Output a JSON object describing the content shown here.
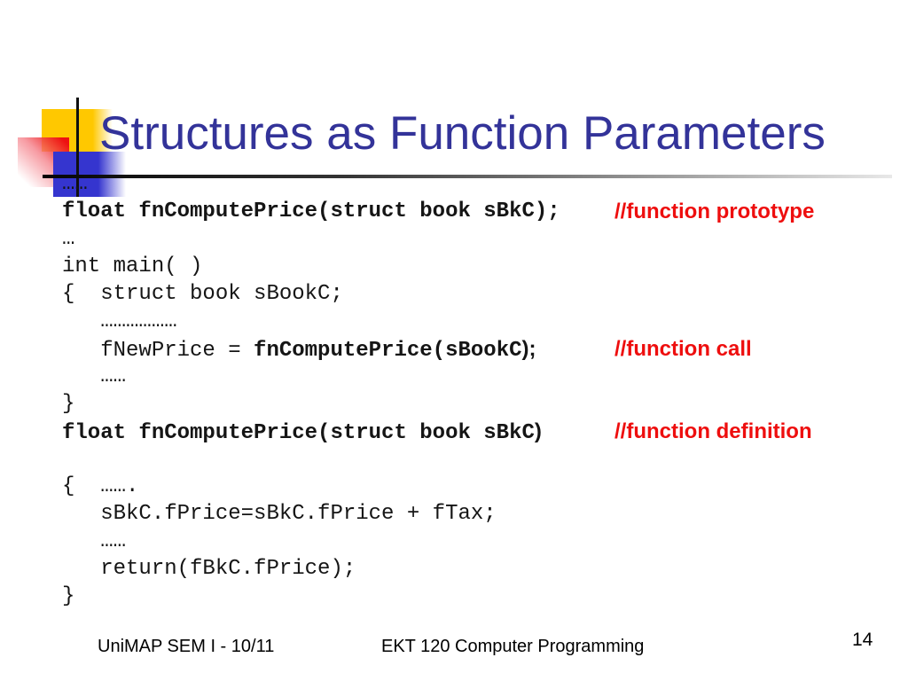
{
  "slide": {
    "title": "Structures as Function Parameters",
    "colors": {
      "title_text": "#333399",
      "comment_red": "#ee0e0e",
      "accent_yellow": "#ffc800",
      "accent_blue": "#3535cf",
      "accent_red": "#ee1111",
      "code_text": "#151515"
    },
    "code": {
      "lines": [
        [
          {
            "t": "……",
            "s": "m"
          }
        ],
        [
          {
            "t": "float fnComputePrice(struct book sBkC);",
            "s": "b"
          },
          {
            "t": "//function prototype",
            "s": "c"
          }
        ],
        [
          {
            "t": "…",
            "s": "m"
          }
        ],
        [
          {
            "t": "int main( )",
            "s": "m"
          }
        ],
        [
          {
            "t": "{  struct book sBookC;",
            "s": "m"
          }
        ],
        [
          {
            "t": "   ………………",
            "s": "m"
          }
        ],
        [
          {
            "t": "   fNewPrice = ",
            "s": "m"
          },
          {
            "t": "fnComputePrice(sBookC",
            "s": "b"
          },
          {
            "t": ");",
            "s": "sb"
          },
          {
            "t": "//function call",
            "s": "c"
          }
        ],
        [
          {
            "t": "   ……",
            "s": "m"
          }
        ],
        [
          {
            "t": "}",
            "s": "m"
          }
        ],
        [
          {
            "t": "float fnComputePrice(struct book sBkC",
            "s": "b"
          },
          {
            "t": ")",
            "s": "sb"
          },
          {
            "t": "//function definition",
            "s": "c"
          }
        ],
        [],
        [
          {
            "t": "{  …….",
            "s": "m"
          }
        ],
        [
          {
            "t": "   sBkC.fPrice=sBkC.fPrice + fTax;",
            "s": "m"
          }
        ],
        [
          {
            "t": "   ……",
            "s": "m"
          }
        ],
        [
          {
            "t": "   return(fBkC.fPrice);",
            "s": "m"
          }
        ],
        [
          {
            "t": "}",
            "s": "m"
          }
        ]
      ]
    },
    "footer": {
      "left": "UniMAP SEM I - 10/11",
      "center": "EKT 120 Computer Programming",
      "page": "14"
    }
  }
}
